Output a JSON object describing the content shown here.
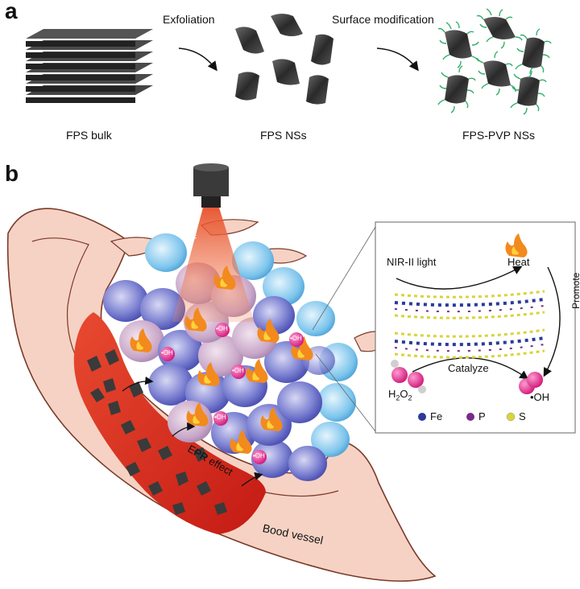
{
  "panel_a": {
    "letter": "a",
    "step1": "Exfoliation",
    "step2": "Surface modification",
    "bulk_label": "FPS bulk",
    "ns_label": "FPS NSs",
    "pvp_label": "FPS-PVP NSs"
  },
  "panel_b": {
    "letter": "b",
    "laser_label": "NIR-II",
    "epr_label": "EPR effect",
    "vessel_label": "Bood vessel",
    "oh_label": "•OH",
    "inset": {
      "light_label": "NIR-II light",
      "heat_label": "Heat",
      "promote_label": "Promote",
      "catalyze_label": "Catalyze",
      "h2o2_label": "H",
      "h2o2_sub1": "2",
      "h2o2_mid": "O",
      "h2o2_sub2": "2",
      "oh_label": "•OH",
      "legend": [
        {
          "label": "Fe",
          "color": "#2b3a9a"
        },
        {
          "label": "P",
          "color": "#7b2a8a"
        },
        {
          "label": "S",
          "color": "#d8d43a"
        }
      ]
    }
  },
  "colors": {
    "vessel": "#f6d2c4",
    "blood": "#d9261c",
    "tumor_blue": "#5a5fc0",
    "cell_light": "#7cc4ec",
    "laser": "#e8502a",
    "radical": "#e0268a",
    "sheet": "#333333",
    "pvp": "#2fb06a"
  }
}
